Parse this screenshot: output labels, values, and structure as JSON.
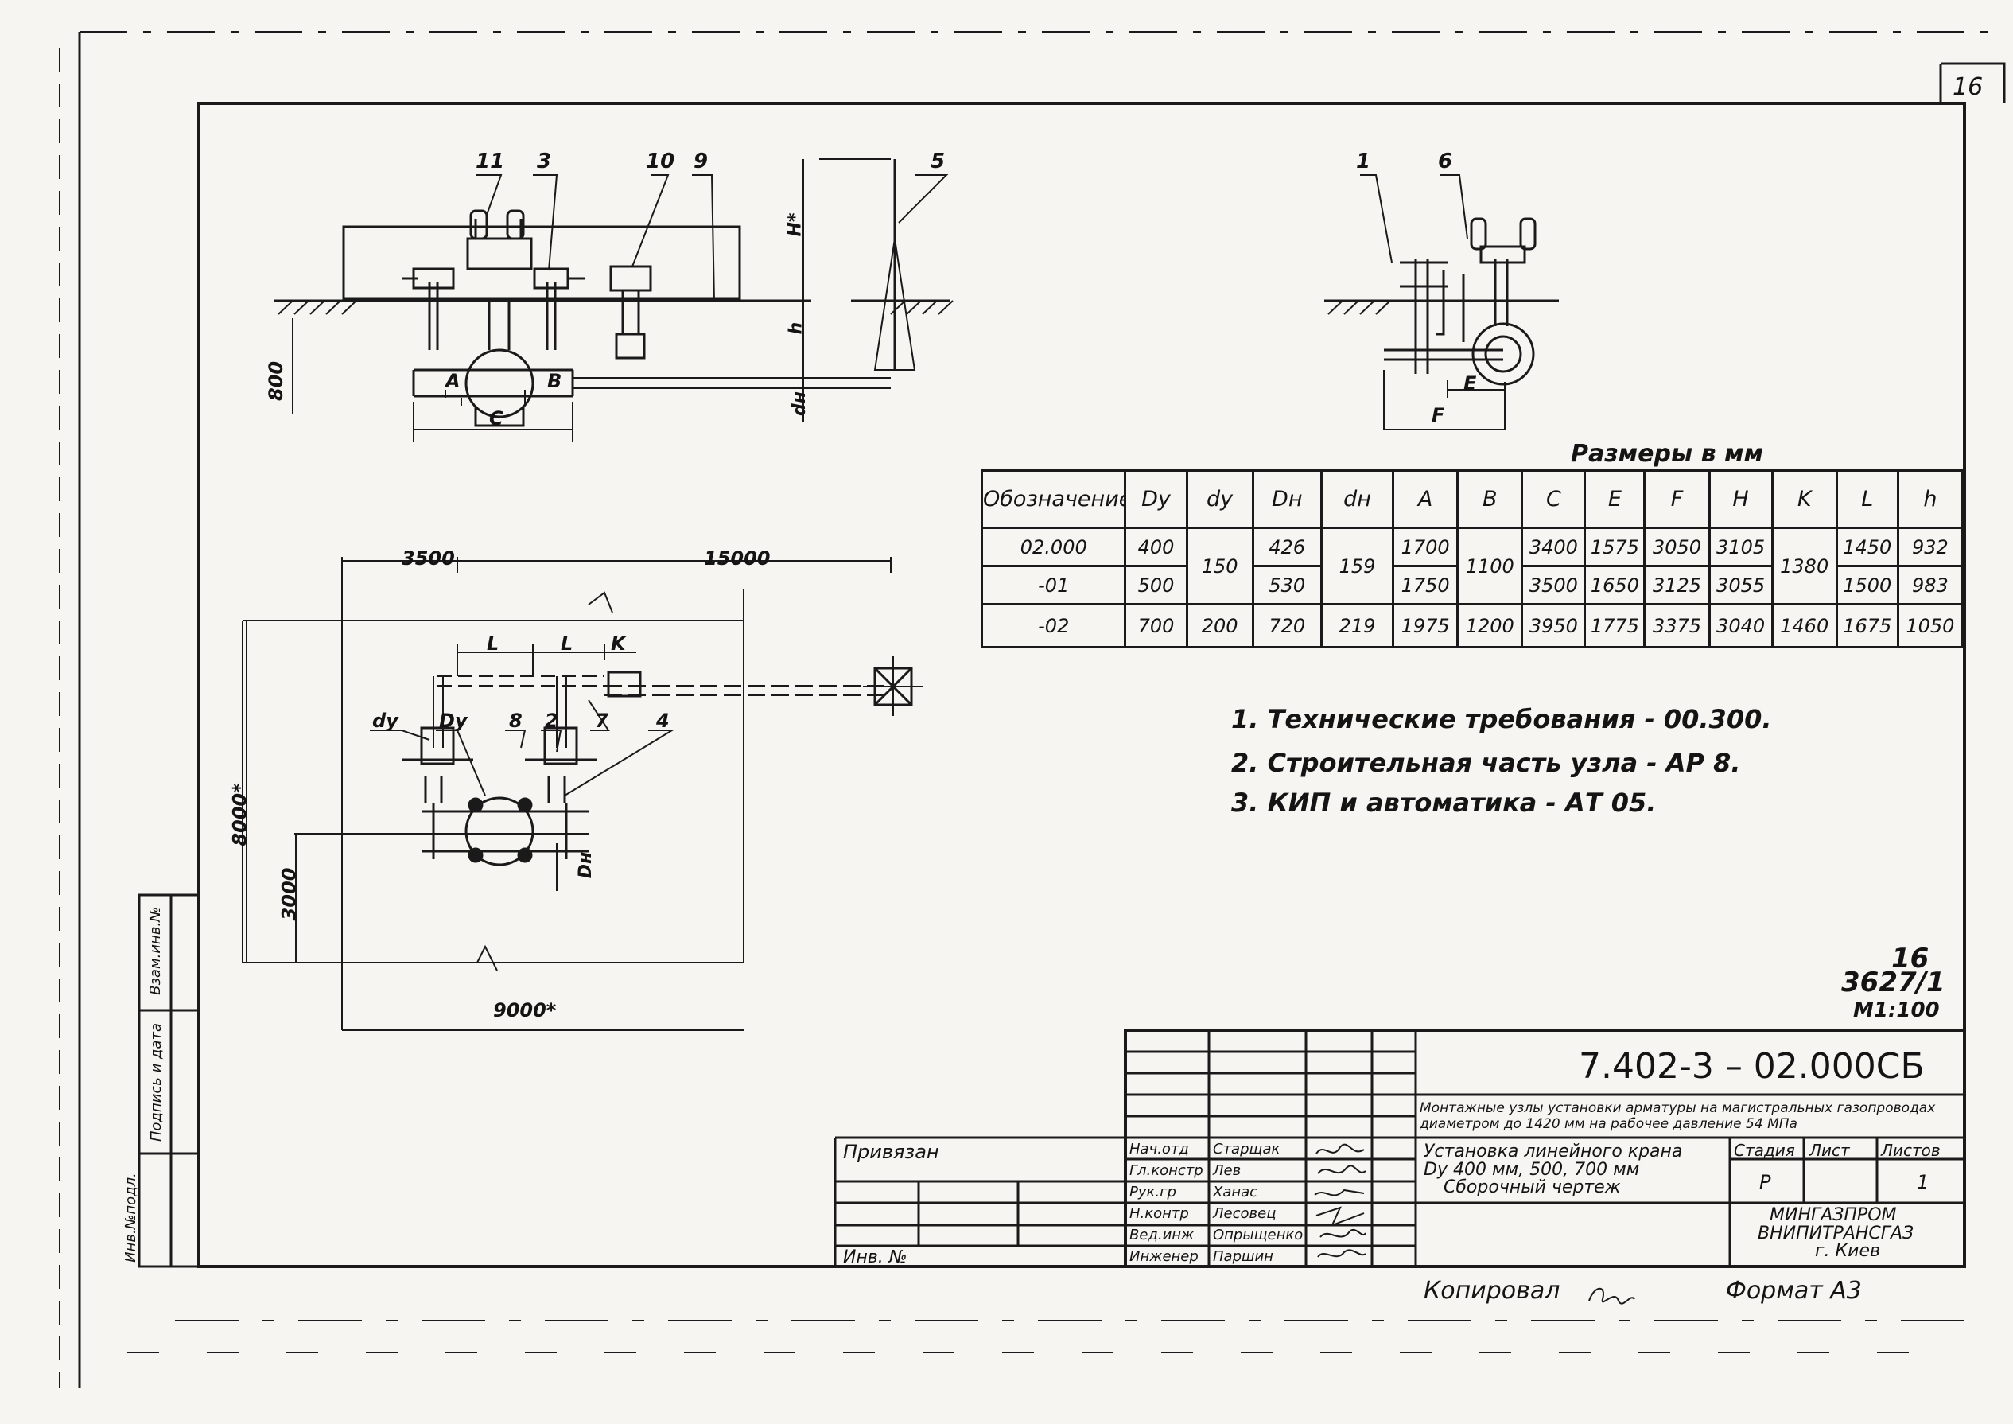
{
  "sheet_number": "16",
  "drawing": {
    "callouts": {
      "c11": "11",
      "c3": "3",
      "c10": "10",
      "c9": "9",
      "c5": "5",
      "c1": "1",
      "c6": "6",
      "c8": "8",
      "c2": "2",
      "c7": "7",
      "c4": "4"
    },
    "dims": {
      "A": "A",
      "B": "B",
      "C": "C",
      "H": "H*",
      "h": "h",
      "dH": "dн",
      "v800": "800",
      "E": "E",
      "F": "F",
      "d3500": "3500",
      "d15000": "15000",
      "L1": "L",
      "L2": "L",
      "K": "K",
      "dy": "dy",
      "Dy": "Dy",
      "DH": "Dн",
      "d8000": "8000*",
      "d3000": "3000",
      "d9000": "9000*"
    }
  },
  "table": {
    "caption": "Размеры в мм",
    "headers": [
      "Обозначение",
      "Dy",
      "dy",
      "Dн",
      "dн",
      "A",
      "B",
      "C",
      "E",
      "F",
      "H",
      "K",
      "L",
      "h"
    ],
    "rows": [
      {
        "designation": "02.000",
        "Dy": "400",
        "dy": "150",
        "Dn": "426",
        "dn": "159",
        "A": "1700",
        "B": "1100",
        "C": "3400",
        "E": "1575",
        "F": "3050",
        "H": "3105",
        "K": "1380",
        "L": "1450",
        "h": "932"
      },
      {
        "designation": "-01",
        "Dy": "500",
        "Dn": "530",
        "A": "1750",
        "C": "3500",
        "E": "1650",
        "F": "3125",
        "H": "3055",
        "L": "1500",
        "h": "983"
      },
      {
        "designation": "-02",
        "Dy": "700",
        "dy": "200",
        "Dn": "720",
        "dn": "219",
        "A": "1975",
        "B": "1200",
        "C": "3950",
        "E": "1775",
        "F": "3375",
        "H": "3040",
        "K": "1460",
        "L": "1675",
        "h": "1050"
      }
    ]
  },
  "notes": [
    "1. Технические требования - 00.300.",
    "2. Строительная часть узла - АР 8.",
    "3. КИП и автоматика - АТ 05."
  ],
  "stamp": {
    "number": "16",
    "ref": "3627/1",
    "code": "М1:100"
  },
  "title_block": {
    "doc_code": "7.402-3 – 02.000СБ",
    "series_title": "Монтажные узлы установки арматуры на магистральных газопроводах диаметром до 1420 мм на рабочее давление 54 МПа",
    "name_line1": "Установка линейного крана",
    "name_line2": "Dy 400 мм, 500, 700 мм",
    "name_line3": "Сборочный чертеж",
    "stage_label": "Стадия",
    "sheet_label": "Лист",
    "sheets_label": "Листов",
    "stage_value": "Р",
    "sheets_value": "1",
    "org_line1": "МИНГАЗПРОМ",
    "org_line2": "ВНИПИТРАНСГАЗ",
    "org_line3": "г. Киев",
    "bound_label": "Привязан",
    "inv_label": "Инв. №",
    "roles": [
      "Нач.отд",
      "Гл.констр",
      "Рук.гр",
      "Н.контр",
      "Вед.инж",
      "Инженер"
    ],
    "names": [
      "Старщак",
      "Лев",
      "Ханас",
      "Лесовец",
      "Опрыщенко",
      "Паршин"
    ]
  },
  "side_labels": {
    "inv_podl": "Инв.№подл.",
    "podp_date": "Подпись и дата",
    "vzam_inv": "Взам.инв.№"
  },
  "footer": {
    "copied": "Копировал",
    "format": "Формат А3"
  }
}
